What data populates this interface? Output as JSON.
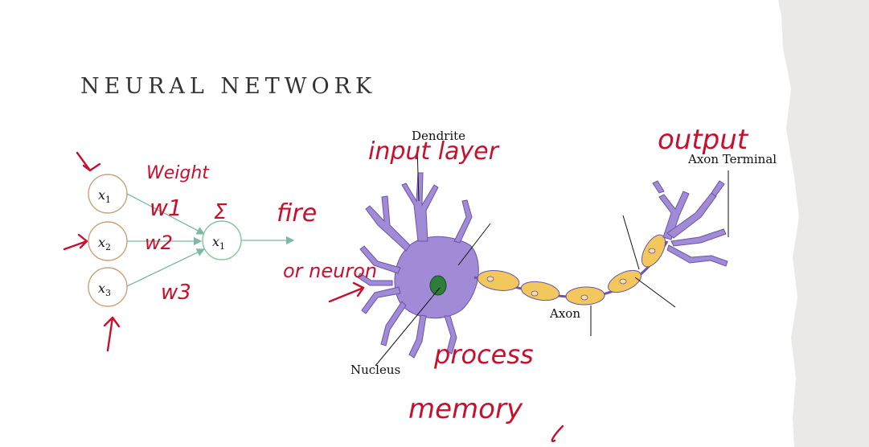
{
  "slide": {
    "title": "NEURAL NETWORK"
  },
  "perceptron": {
    "inputs": [
      {
        "label": "x",
        "subscript": "1"
      },
      {
        "label": "x",
        "subscript": "2"
      },
      {
        "label": "x",
        "subscript": "3"
      }
    ],
    "output": {
      "label": "x",
      "subscript": "1"
    }
  },
  "neuron_labels": {
    "dendrite": "Dendrite",
    "axon_terminal": "Axon Terminal",
    "axon": "Axon",
    "nucleus": "Nucleus"
  },
  "handwriting": {
    "weight": "Weight",
    "w1": "w1",
    "w2": "w2",
    "w3": "w3",
    "sigma": "Σ",
    "fire": "fire",
    "or_neuron": "or neuron",
    "input_layer": "input layer",
    "output": "output",
    "process": "process",
    "memory": "memory"
  },
  "colors": {
    "ink": "#c8102e",
    "input_node_stroke": "#c8a27a",
    "output_node_stroke": "#7fc79a",
    "edge": "#7db8a8",
    "neuron_body": "#a18ad6",
    "myelin": "#f2c75c",
    "nucleus": "#2e7d3a"
  }
}
